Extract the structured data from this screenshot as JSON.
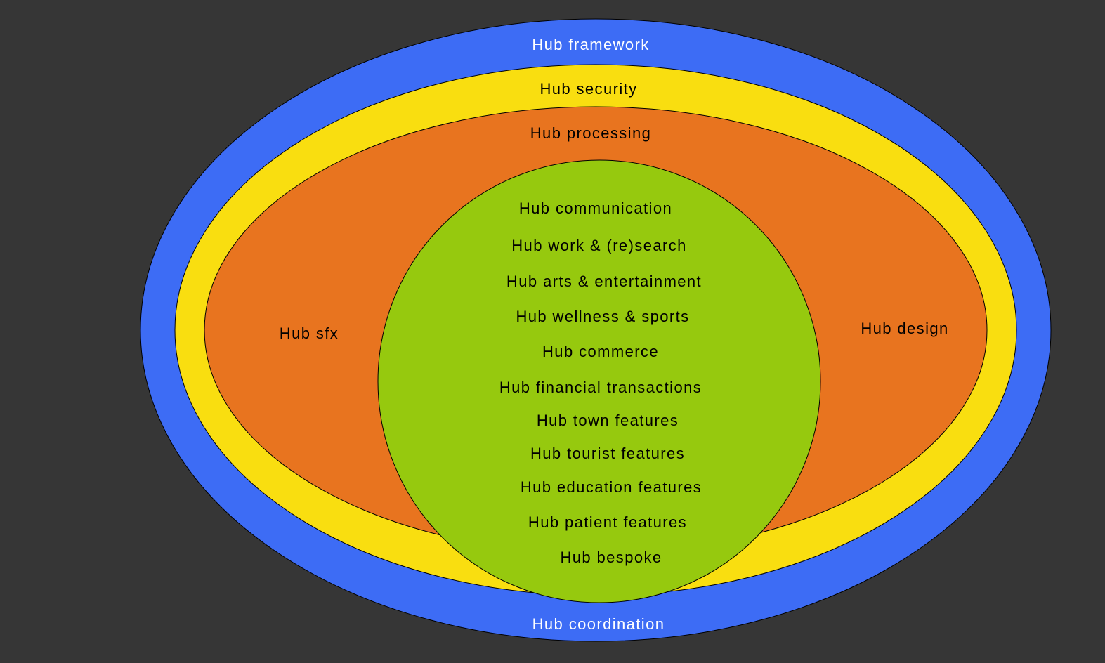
{
  "diagram": {
    "background_color": "#363636",
    "outline_color": "#000000",
    "rings": {
      "framework": {
        "top_label": "Hub framework",
        "bottom_label": "Hub coordination",
        "color": "#3d6cf5",
        "text_color": "#ffffff"
      },
      "security": {
        "label": "Hub security",
        "color": "#f9de10",
        "text_color": "#000000"
      },
      "processing": {
        "label": "Hub processing",
        "left_label": "Hub sfx",
        "right_label": "Hub design",
        "color": "#e8741f",
        "text_color": "#000000"
      }
    },
    "core": {
      "color": "#96c90e",
      "text_color": "#000000",
      "items": [
        "Hub communication",
        "Hub work & (re)search",
        "Hub arts & entertainment",
        "Hub wellness & sports",
        "Hub commerce",
        "Hub financial transactions",
        "Hub town features",
        "Hub tourist features",
        "Hub education features",
        "Hub patient features",
        "Hub bespoke"
      ]
    }
  }
}
